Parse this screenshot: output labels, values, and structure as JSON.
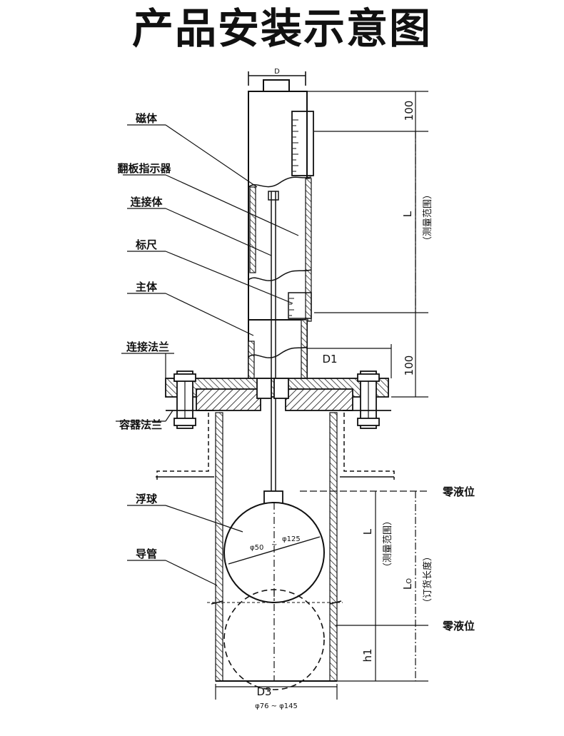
{
  "title": "产品安装示意图",
  "labels": {
    "magnet": "磁体",
    "flip_indicator": "翻板指示器",
    "connector": "连接体",
    "scale": "标尺",
    "main_body": "主体",
    "connect_flange": "连接法兰",
    "vessel_flange": "容器法兰",
    "float": "浮球",
    "guide_pipe": "导管",
    "zero_level_top": "零液位",
    "zero_level_bottom": "零液位"
  },
  "dimensions": {
    "d": "D",
    "top_100": "100",
    "l_top": "L",
    "range_top": "（测量范围）",
    "d1": "D1",
    "mid_100": "100",
    "l_bottom": "L",
    "range_bottom": "（测量范围）",
    "lo": "L",
    "lo_sub": "O",
    "order_length": "（订货长度）",
    "h1": "h1",
    "d3": "D3",
    "float_d1": "φ50",
    "float_sep": "~",
    "float_d2": "φ125",
    "pipe_range": "φ76 ~ φ145"
  }
}
